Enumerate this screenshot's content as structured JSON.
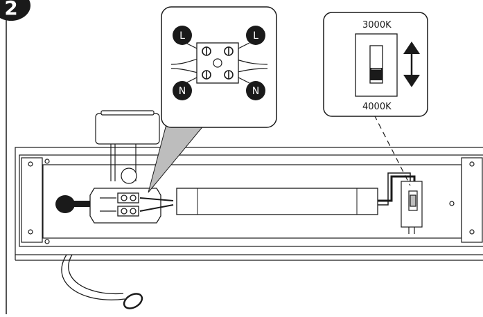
{
  "step": {
    "number": "2"
  },
  "terminal_callout": {
    "labels": [
      "L",
      "L",
      "N",
      "N"
    ]
  },
  "cct_callout": {
    "top_label": "3000K",
    "bottom_label": "4000K",
    "icons": [
      "cct-slide-switch-icon",
      "up-down-arrow-icon"
    ]
  },
  "luminaire": {
    "parts": [
      "housing",
      "terminal-block",
      "led-driver",
      "cct-switch",
      "power-cable"
    ]
  },
  "colors": {
    "ink": "#1a1a1a",
    "paper": "#ffffff",
    "shade": "#bdbdbd",
    "panel": "#f4f4f4"
  }
}
